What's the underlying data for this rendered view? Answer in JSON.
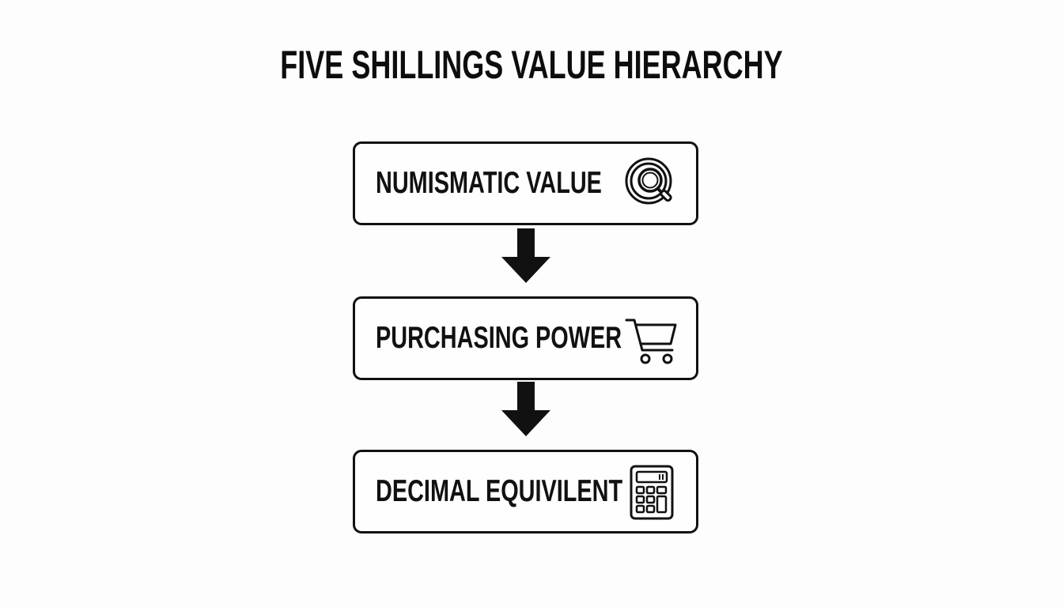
{
  "diagram": {
    "title": "FIVE SHILLINGS VALUE HIERARCHY",
    "nodes": [
      {
        "label": "NUMISMATIC VALUE",
        "icon": "magnifying-glass-coin-icon"
      },
      {
        "label": "PURCHASING POWER",
        "icon": "shopping-cart-icon"
      },
      {
        "label": "DECIMAL EQUIVILENT",
        "icon": "calculator-icon"
      }
    ],
    "edges": [
      {
        "from": "NUMISMATIC VALUE",
        "to": "PURCHASING POWER",
        "style": "solid-down-arrow"
      },
      {
        "from": "PURCHASING POWER",
        "to": "DECIMAL EQUIVILENT",
        "style": "solid-down-arrow"
      }
    ],
    "colors": {
      "stroke": "#111111",
      "background": "#fdfdfd"
    }
  }
}
